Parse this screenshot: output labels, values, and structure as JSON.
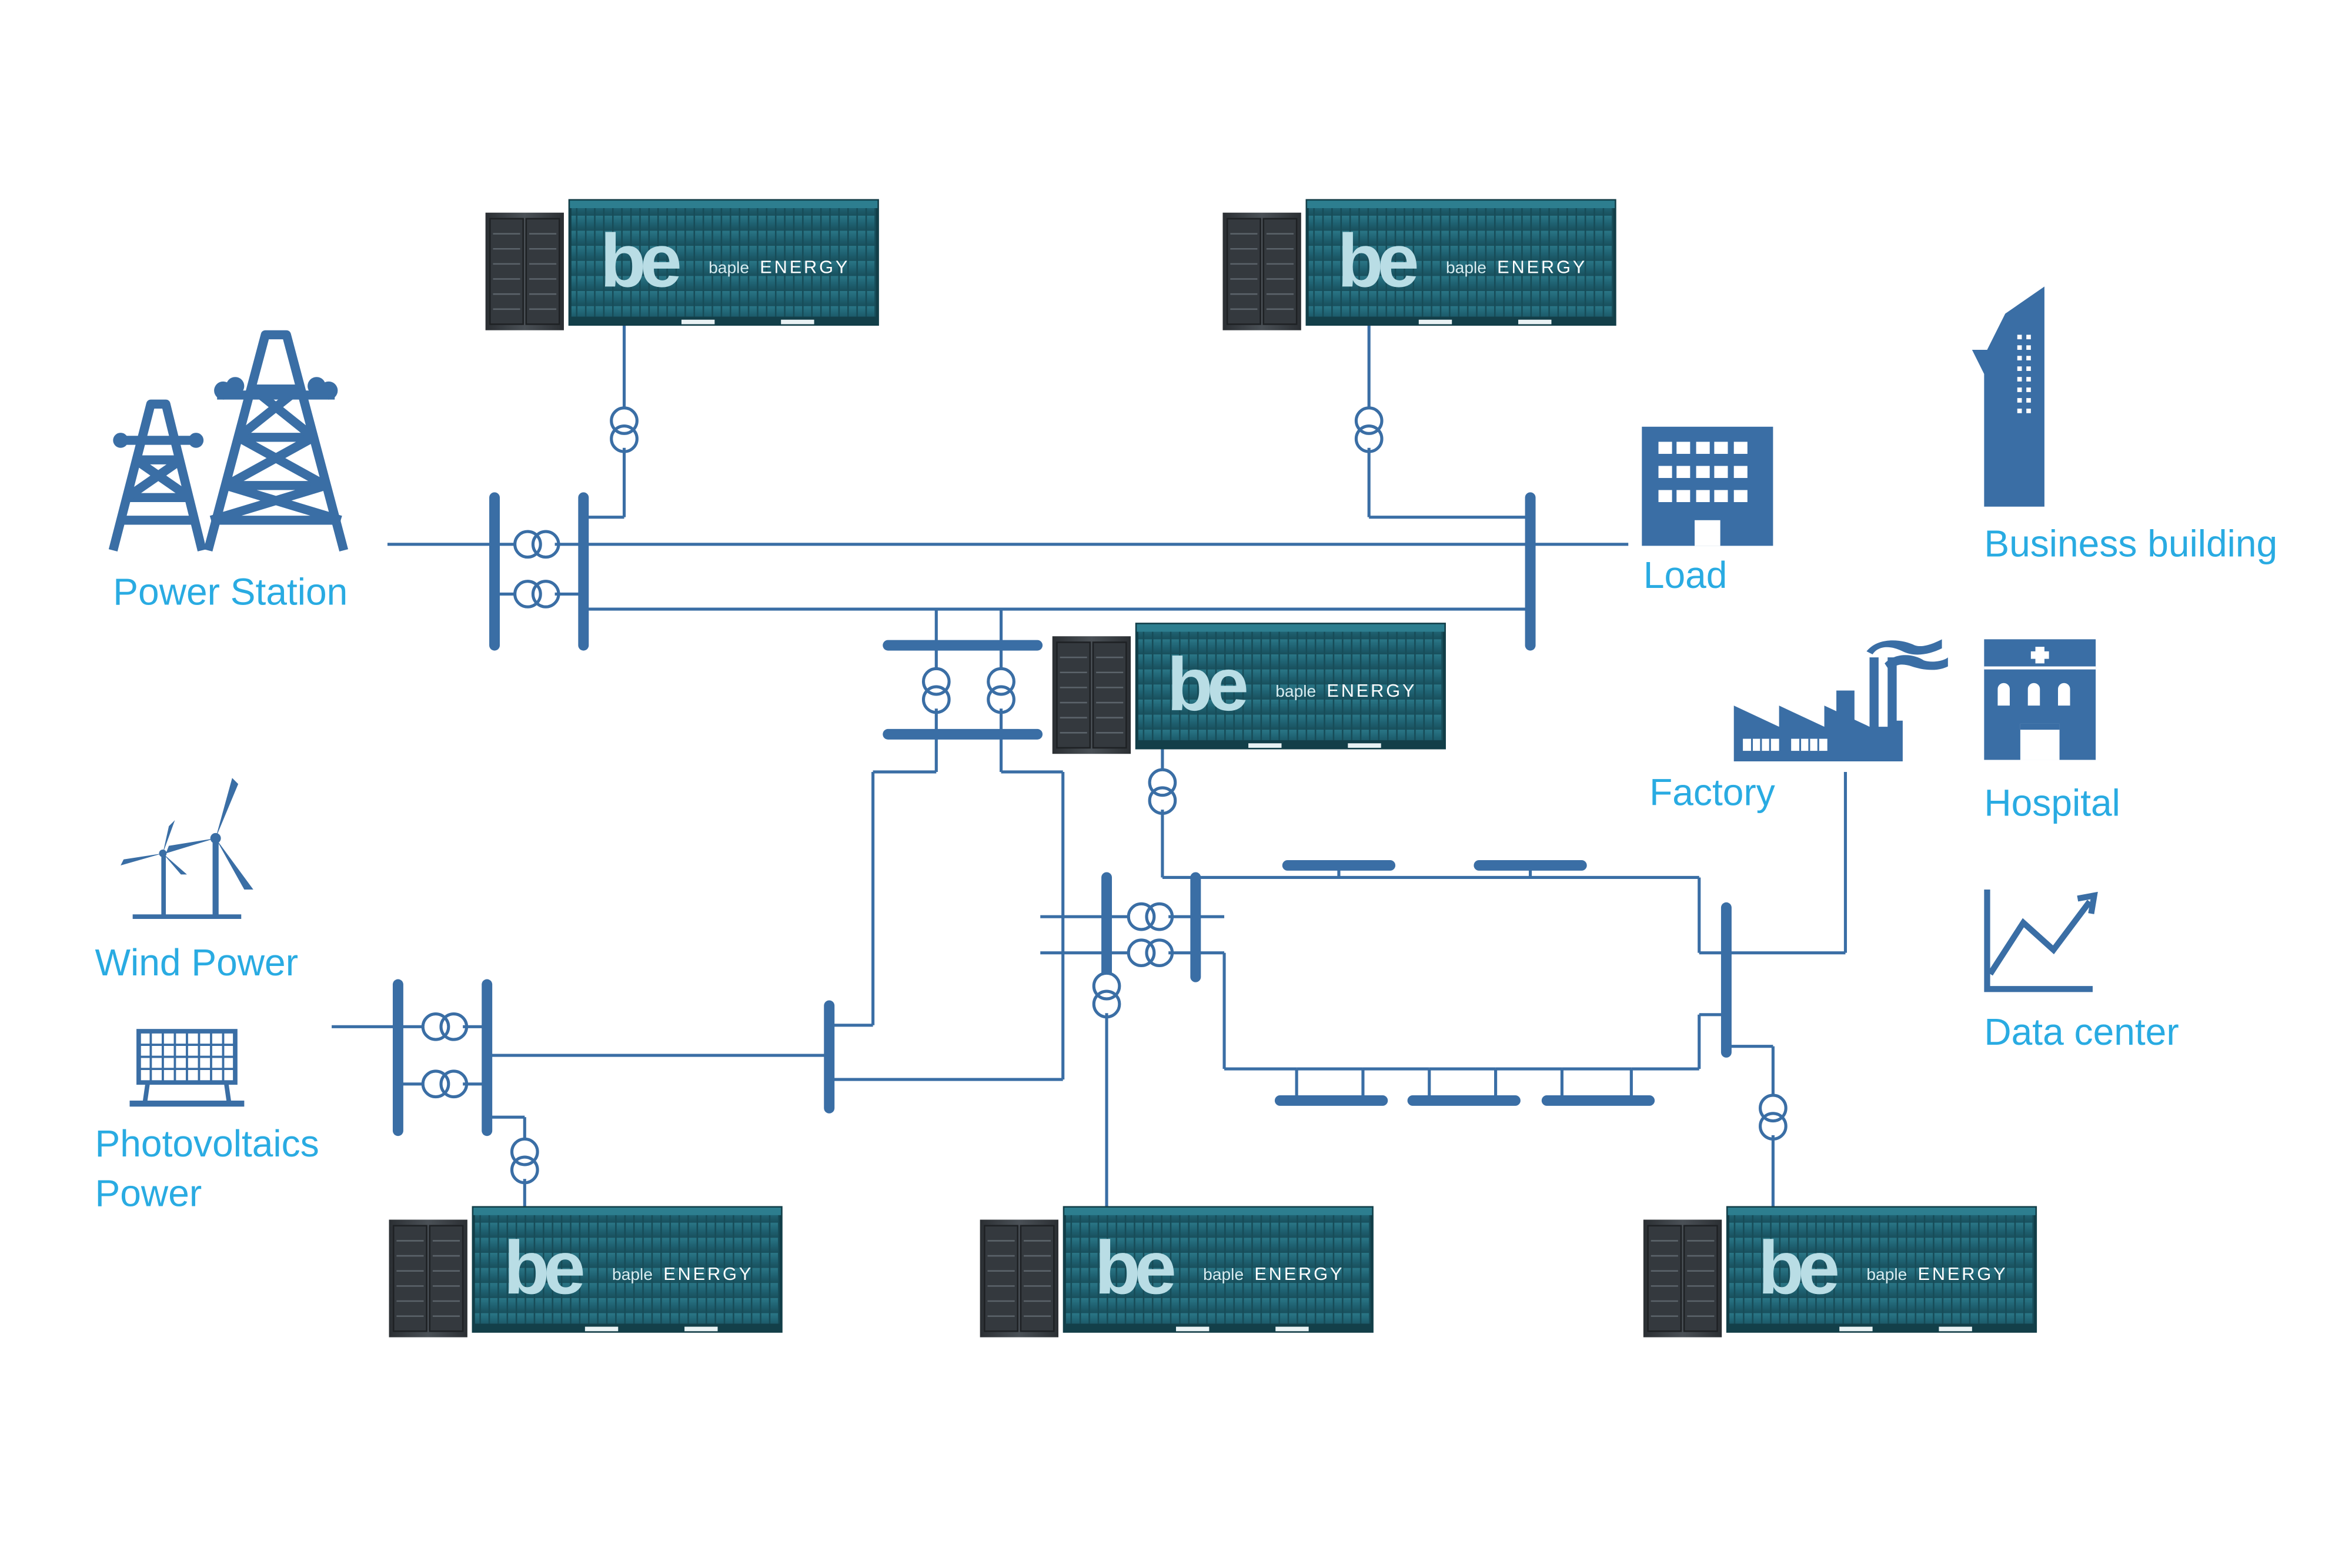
{
  "colors": {
    "line": "#3a6ea5",
    "icon": "#3a6ea5",
    "label": "#29abe2",
    "container": "#1f5f6e",
    "rack": "#3a3f44"
  },
  "labels": {
    "power_station": "Power Station",
    "load": "Load",
    "business_building": "Business building",
    "factory": "Factory",
    "hospital": "Hospital",
    "wind_power": "Wind Power",
    "photovoltaics_line1": "Photovoltaics",
    "photovoltaics_line2": "Power",
    "data_center": "Data center"
  },
  "brand": {
    "logo": "be",
    "small": "baple",
    "big": "ENERGY"
  },
  "icons": {
    "power_station": "transmission-towers-icon",
    "load": "office-building-icon",
    "business_building": "skyscraper-icon",
    "factory": "factory-icon",
    "hospital": "hospital-icon",
    "wind_power": "wind-turbine-icon",
    "photovoltaics": "solar-panel-icon",
    "data_center": "trend-chart-icon",
    "storage": "battery-container-icon",
    "transformer": "transformer-icon"
  }
}
